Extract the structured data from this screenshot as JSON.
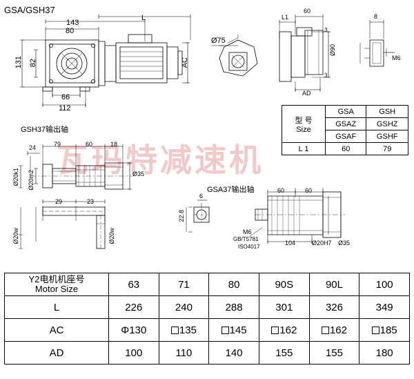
{
  "titles": {
    "main": "GSA/GSH37",
    "gsh_shaft": "GSH37输出轴",
    "gsa_shaft": "GSA37输出轴"
  },
  "watermark": "瓦玛特减速机",
  "main_view_dims": {
    "d143": "143",
    "d80": "80",
    "dL": "L",
    "d131": "131",
    "d82": "82",
    "d66": "66",
    "d112": "112",
    "dAC": "AC",
    "dphi75": "Ø75"
  },
  "right_view_dims": {
    "dL1": "L1",
    "d60": "60",
    "d3_top": "3",
    "d3_bottom": "3",
    "dphi90": "Ø90",
    "dAD": "AD",
    "d8": "8",
    "dM6": "M6"
  },
  "gsh_shaft_dims": {
    "d24": "24",
    "d79": "79",
    "d60": "60",
    "d18": "18",
    "d29": "29",
    "d23": "23",
    "d35": "Ø35",
    "d20k1": "Ø20",
    "d20k1_sub": "k1",
    "d20m2": "Ø20",
    "d20m2_sub": "m2",
    "d20w_left": "Ø20",
    "d20w_left_sub": "w",
    "d20w_right": "Ø20",
    "d20w_right_sub": "w"
  },
  "gsa_shaft_dims": {
    "d6": "6",
    "d22_8": "22.8",
    "d60a": "60",
    "d60b": "60",
    "d104": "104",
    "d20h7": "Ø20",
    "d20h7_sub": "H7",
    "d35": "Ø35",
    "thread": "M6",
    "std1": "GB/T5781",
    "std2": "ISO4017"
  },
  "spec_table": {
    "header_left_1": "型 号",
    "header_left_2": "Size",
    "col_a": [
      "GSA",
      "GSAZ",
      "GSAF"
    ],
    "col_b": [
      "GSH",
      "GSHZ",
      "GSHF"
    ],
    "row_label": "L 1",
    "values": [
      "60",
      "79"
    ]
  },
  "motor_table": {
    "row_labels": [
      {
        "cn": "Y2电机机座号",
        "en": "Motor Size"
      },
      {
        "cn": "L",
        "en": ""
      },
      {
        "cn": "AC",
        "en": ""
      },
      {
        "cn": "AD",
        "en": ""
      }
    ],
    "sizes": [
      "63",
      "71",
      "80",
      "90S",
      "90L",
      "100"
    ],
    "L": [
      "226",
      "240",
      "288",
      "301",
      "326",
      "349"
    ],
    "AC": [
      "Φ130",
      "135",
      "145",
      "162",
      "162",
      "185"
    ],
    "AC_shape": [
      "circle",
      "square",
      "square",
      "square",
      "square",
      "square"
    ],
    "AD": [
      "100",
      "110",
      "140",
      "155",
      "155",
      "180"
    ]
  }
}
